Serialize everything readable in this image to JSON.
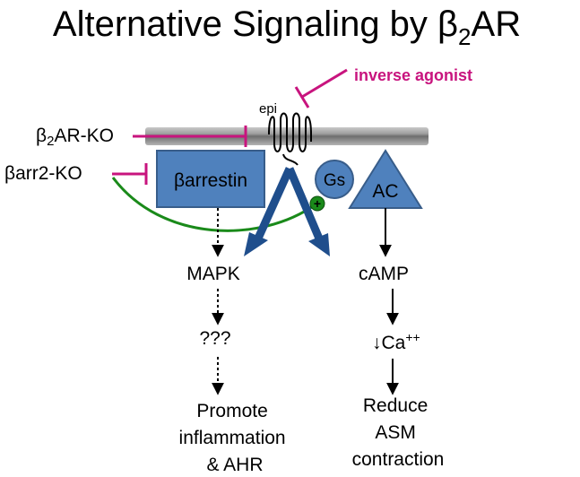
{
  "title": {
    "main": "Alternative Signaling by β",
    "subscript": "2",
    "suffix": "AR"
  },
  "labels": {
    "inverse_agonist": "inverse agonist",
    "epi": "epi",
    "b2ar_ko_prefix": "β",
    "b2ar_ko_sub": "2",
    "b2ar_ko_suffix": "AR-KO",
    "barr2_ko": "βarr2-KO",
    "barrestin": "βarrestin",
    "gs": "Gs",
    "ac": "AC",
    "plus_sign": "+",
    "mapk": "MAPK",
    "camp": "cAMP",
    "unknown": "???",
    "ca_prefix": "↓Ca",
    "ca_superscript": "++",
    "promote_line1": "Promote",
    "promote_line2": "inflammation",
    "promote_line3": "& AHR",
    "reduce_line1": "Reduce",
    "reduce_line2": "ASM",
    "reduce_line3": "contraction"
  },
  "colors": {
    "magenta": "#c8147e",
    "blue_fill": "#4f81bd",
    "blue_stroke": "#385d8a",
    "dark_blue": "#1f4e8c",
    "green": "#1a8a1a",
    "black": "#000000",
    "membrane": "#8c8c8c"
  }
}
